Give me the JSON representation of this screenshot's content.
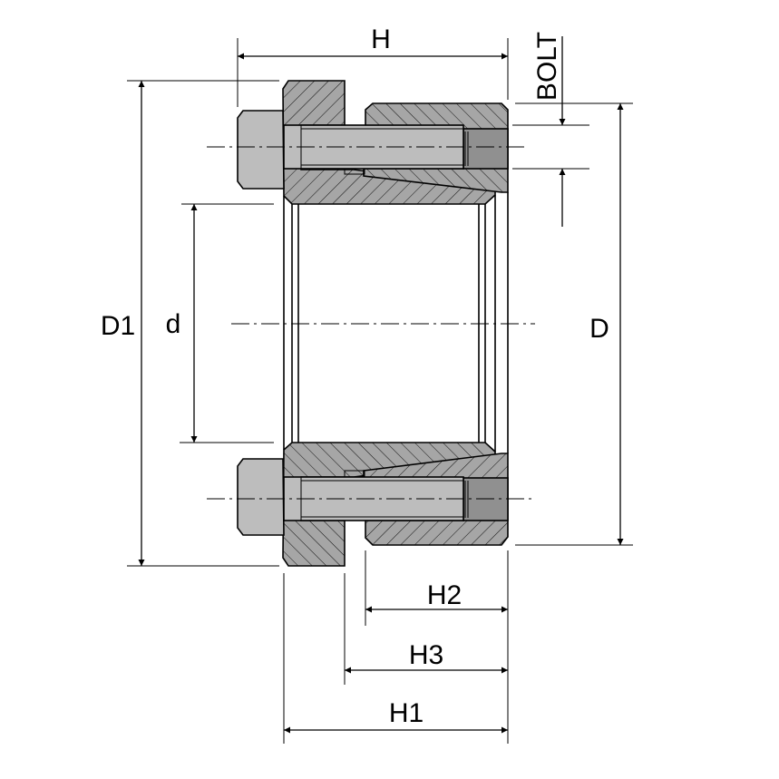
{
  "labels": {
    "H": "H",
    "bolt": "BOLT",
    "D1": "D1",
    "d": "d",
    "D": "D",
    "H2": "H2",
    "H3": "H3",
    "H1": "H1"
  },
  "colors": {
    "section_fill": "#a6a6a6",
    "bolt_fill": "#bdbdbd",
    "bolt_end_fill": "#909090",
    "line": "#000000",
    "background": "#ffffff"
  }
}
